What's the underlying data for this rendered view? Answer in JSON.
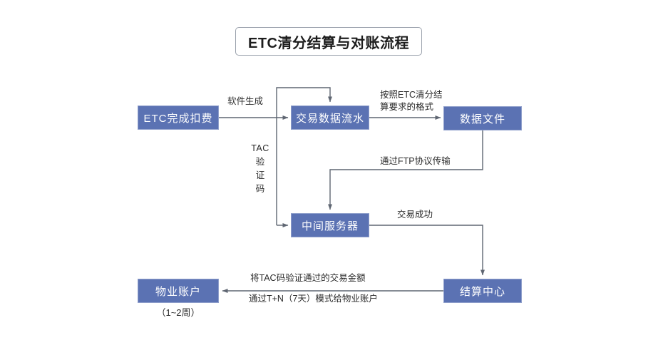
{
  "title": {
    "text": "ETC清分结算与对账流程"
  },
  "theme": {
    "node_fill": "#5b72b3",
    "node_border": "#8f9fcb",
    "node_text": "#ffffff",
    "line_color": "#5f6672",
    "label_text": "#2b2b2b",
    "title_border": "#9aa1ac",
    "background": "#ffffff"
  },
  "nodes": [
    {
      "id": "etc",
      "label": "ETC完成扣费"
    },
    {
      "id": "flow",
      "label": "交易数据流水"
    },
    {
      "id": "datafile",
      "label": "数据文件"
    },
    {
      "id": "midserver",
      "label": "中间服务器"
    },
    {
      "id": "settle",
      "label": "结算中心"
    },
    {
      "id": "property",
      "label": "物业账户"
    }
  ],
  "captions": {
    "property_note": "（1~2周）"
  },
  "edges": [
    {
      "id": "etc-to-flow",
      "from": "etc",
      "to": "flow",
      "label": "软件生成"
    },
    {
      "id": "flow-to-datafile",
      "from": "flow",
      "to": "datafile",
      "label_line1": "按照ETC清分结",
      "label_line2": "算要求的格式"
    },
    {
      "id": "datafile-to-midserver",
      "from": "datafile",
      "to": "midserver",
      "label": "通过FTP协议传输"
    },
    {
      "id": "midserver-to-settle",
      "from": "midserver",
      "to": "settle",
      "label": "交易成功"
    },
    {
      "id": "settle-to-property",
      "from": "settle",
      "to": "property",
      "label_line1": "将TAC码验证通过的交易金额",
      "label_line2": "通过T+N（7天）模式给物业账户"
    },
    {
      "id": "tac-loop",
      "from": "midserver-branch",
      "to": "flow",
      "label_head": "TAC",
      "label_chars": [
        "验",
        "证",
        "码"
      ]
    }
  ]
}
